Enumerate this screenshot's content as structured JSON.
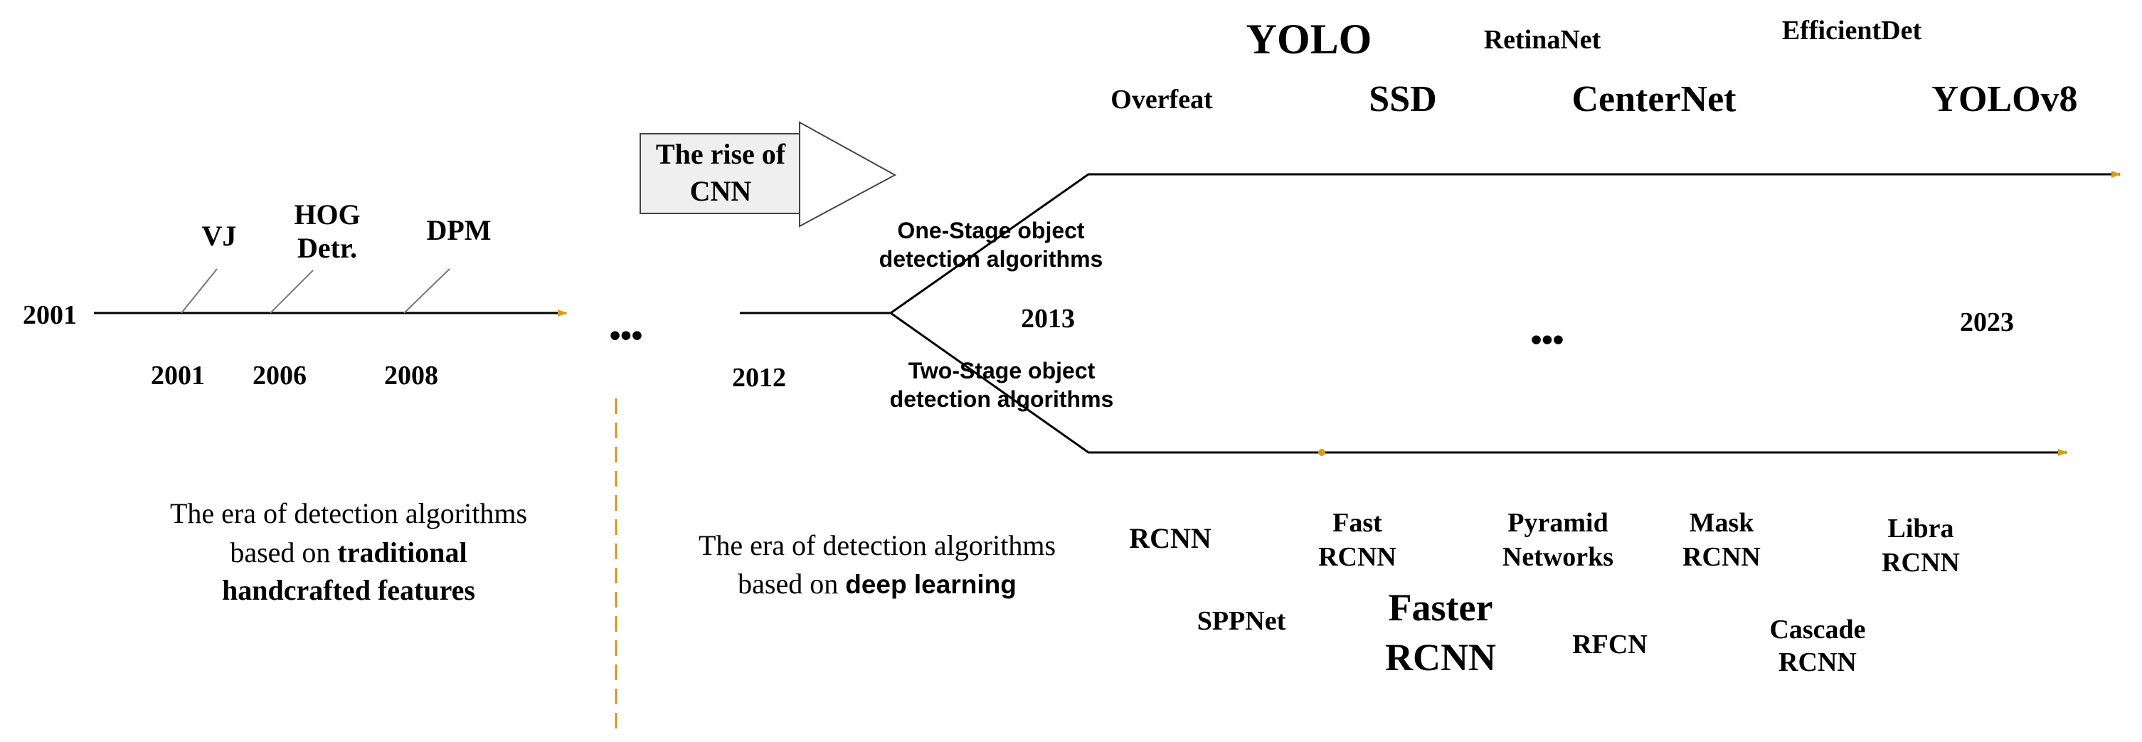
{
  "colors": {
    "ink": "#000000",
    "accent": "#d4a017",
    "box_fill": "#efefef",
    "box_stroke": "#444444",
    "divider": "#c8962a"
  },
  "early": {
    "start_year": "2001",
    "events": [
      {
        "label": "VJ",
        "year": "2001"
      },
      {
        "label_line1": "HOG",
        "label_line2": "Detr.",
        "year": "2006"
      },
      {
        "label": "DPM",
        "year": "2008"
      }
    ],
    "ellipsis": "•••",
    "era_line1": "The era of detection algorithms",
    "era_line2_prefix": "based on ",
    "era_line2_bold": "traditional",
    "era_line3_bold": "handcrafted features"
  },
  "cnn": {
    "rise_line1": "The rise of",
    "rise_line2": "CNN",
    "year_2012": "2012",
    "year_2013": "2013",
    "year_2023": "2023",
    "middle_ellipsis": "•••",
    "one_stage_line1": "One-Stage object",
    "one_stage_line2": "detection algorithms",
    "two_stage_line1": "Two-Stage object",
    "two_stage_line2": "detection algorithms",
    "era_line1": "The era of detection algorithms",
    "era_line2_prefix": "based on ",
    "era_line2_bold": "deep learning"
  },
  "one_stage_models": {
    "overfeat": "Overfeat",
    "yolo": "YOLO",
    "ssd": "SSD",
    "retinanet": "RetinaNet",
    "centernet": "CenterNet",
    "efficientdet": "EfficientDet",
    "yolov8": "YOLOv8"
  },
  "two_stage_models": {
    "rcnn": "RCNN",
    "sppnet": "SPPNet",
    "fast_rcnn_1": "Fast",
    "fast_rcnn_2": "RCNN",
    "faster_rcnn_1": "Faster",
    "faster_rcnn_2": "RCNN",
    "pyramid_1": "Pyramid",
    "pyramid_2": "Networks",
    "rfcn": "RFCN",
    "mask_rcnn_1": "Mask",
    "mask_rcnn_2": "RCNN",
    "cascade_1": "Cascade",
    "cascade_2": "RCNN",
    "libra_1": "Libra",
    "libra_2": "RCNN"
  }
}
